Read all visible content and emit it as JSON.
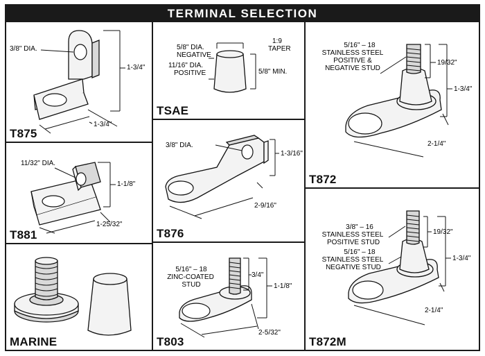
{
  "header": {
    "title": "TERMINAL SELECTION"
  },
  "parts": {
    "t875": {
      "name": "T875",
      "hole": "3/8\" DIA.",
      "height": "1-3/4\"",
      "length": "1-3/4\""
    },
    "tsae": {
      "name": "TSAE",
      "neg": "5/8\" DIA.",
      "neg2": "NEGATIVE",
      "pos": "11/16\" DIA.",
      "pos2": "POSITIVE",
      "taper": "1:9",
      "taper2": "TAPER",
      "min": "5/8\" MIN."
    },
    "t872": {
      "name": "T872",
      "stud1": "5/16\" – 18",
      "stud2": "STAINLESS STEEL",
      "stud3": "POSITIVE &",
      "stud4": "NEGATIVE STUD",
      "top": "19/32\"",
      "height": "1-3/4\"",
      "length": "2-1/4\""
    },
    "t881": {
      "name": "T881",
      "hole": "11/32\" DIA.",
      "height": "1-1/8\"",
      "length": "1-25/32\""
    },
    "t876": {
      "name": "T876",
      "hole": "3/8\" DIA.",
      "height": "1-3/16\"",
      "length": "2-9/16\""
    },
    "t872m": {
      "name": "T872M",
      "p1": "3/8\" – 16",
      "p2": "STAINLESS STEEL",
      "p3": "POSITIVE STUD",
      "n1": "5/16\" – 18",
      "n2": "STAINLESS STEEL",
      "n3": "NEGATIVE STUD",
      "top": "19/32\"",
      "height": "1-3/4\"",
      "length": "2-1/4\""
    },
    "marine": {
      "name": "MARINE"
    },
    "t803": {
      "name": "T803",
      "s1": "5/16\" – 18",
      "s2": "ZINC-COATED",
      "s3": "STUD",
      "top": "3/4\"",
      "height": "1-1/8\"",
      "length": "2-5/32\""
    }
  }
}
